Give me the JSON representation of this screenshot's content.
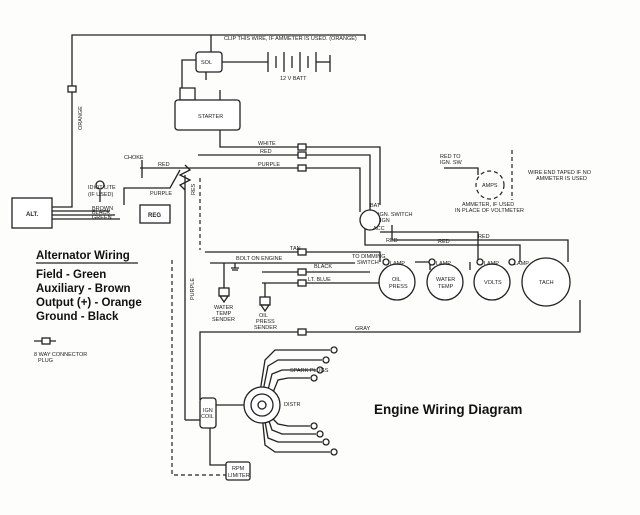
{
  "labels": {
    "clip_note": "CLIP THIS WIRE, IF AMMETER IS USED. (ORANGE)",
    "sol": "SOL",
    "batt": "12 V BATT",
    "starter": "STARTER",
    "orange": "ORANGE",
    "white": "WHITE",
    "red_top": "RED",
    "purple_top": "PURPLE",
    "choke": "CHOKE",
    "red_choke": "RED",
    "idiot_lite": "IDIOT LITE",
    "if_used": "(IF USED)",
    "purple_reg": "PURPLE",
    "brown": "BROWN",
    "black": "BLACK",
    "green": "GREEN",
    "alt": "ALT.",
    "reg": "REG",
    "res": "RES",
    "bat": "BAT",
    "ign": "IGN",
    "acc": "ACC",
    "ign_switch": "IGN. SWITCH",
    "red_to_ign": "RED TO",
    "ign_sw": "IGN. SW",
    "amps": "AMPS",
    "wire_end_taped": "WIRE END TAPED IF NO",
    "ammeter_used": "AMMETER IS USED",
    "ammeter_if_used": "AMMETER, IF USED",
    "in_place": "IN PLACE OF VOLTMETER",
    "red_a": "RED",
    "red_b": "RED",
    "red_c": "RED",
    "tan": "TAN",
    "bolt_on_engine": "BOLT ON ENGINE",
    "black_mid": "BLACK",
    "to_dimming": "TO DIMMING",
    "switch": "SWITCH",
    "lt_blue": "LT. BLUE",
    "lamp1": "LAMP",
    "lamp2": "LAMP",
    "lamp3": "LAMP",
    "lamp4": "LAMP",
    "oil": "OIL",
    "press": "PRESS",
    "water": "WATER",
    "temp": "TEMP",
    "volts": "VOLTS",
    "tach": "TACH",
    "water_temp_sender_1": "WATER",
    "water_temp_sender_2": "TEMP",
    "water_temp_sender_3": "SENDER",
    "oil_press_sender_1": "OIL",
    "oil_press_sender_2": "PRESS",
    "oil_press_sender_3": "SENDER",
    "gray": "GRAY",
    "purple_vert": "PURPLE",
    "spark_plugs": "SPARK PLUGS",
    "ign_coil_1": "IGN",
    "ign_coil_2": "COIL",
    "distr": "DISTR",
    "rpm_1": "RPM",
    "rpm_2": "LIMITER",
    "connector_1": "8 WAY CONNECTOR",
    "connector_2": "PLUG"
  },
  "legend": {
    "title": "Alternator Wiring",
    "field": "Field - Green",
    "auxiliary": "Auxiliary - Brown",
    "output": "Output (+) - Orange",
    "ground": "Ground - Black"
  },
  "diagram_title": "Engine Wiring Diagram"
}
